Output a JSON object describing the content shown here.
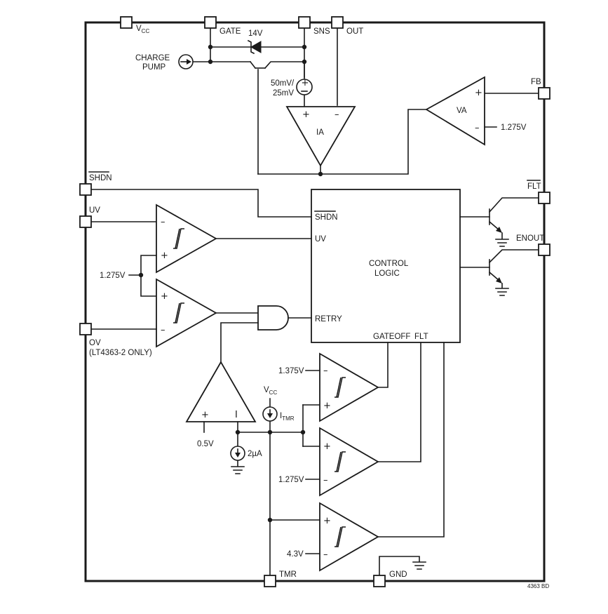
{
  "pins": {
    "vcc": {
      "main": "V",
      "sub": "CC"
    },
    "gate": "GATE",
    "sns": "SNS",
    "out": "OUT",
    "fb": "FB",
    "shdn": "SHDN",
    "uv": "UV",
    "flt": "FLT",
    "enout": "ENOUT",
    "ov": "OV",
    "ov_note": "(LT4363-2 ONLY)",
    "tmr": "TMR",
    "gnd": "GND"
  },
  "labels": {
    "zener": "14V",
    "charge_pump_1": "CHARGE",
    "charge_pump_2": "PUMP",
    "sense_v1": "50mV/",
    "sense_v2": "25mV",
    "ia": "IA",
    "va": "VA",
    "va_ref": "1.275V",
    "uv_ov_ref": "1.275V",
    "control_1": "CONTROL",
    "control_2": "LOGIC",
    "ctl_shdn": "SHDN",
    "ctl_uv": "UV",
    "ctl_retry": "RETRY",
    "ctl_gateoff": "GATEOFF",
    "ctl_flt": "FLT",
    "ref_1375": "1.375V",
    "ref_1275": "1.275V",
    "ref_43": "4.3V",
    "ref_05": "0.5V",
    "vcc_src": {
      "main": "V",
      "sub": "CC"
    },
    "itmr": {
      "main": "I",
      "sub": "TMR"
    },
    "current_2ua": "2µA",
    "fig_id": "4363 BD"
  },
  "symbols": {
    "plus": "+",
    "minus": "–",
    "minus_short": "−",
    "bar": "I"
  }
}
